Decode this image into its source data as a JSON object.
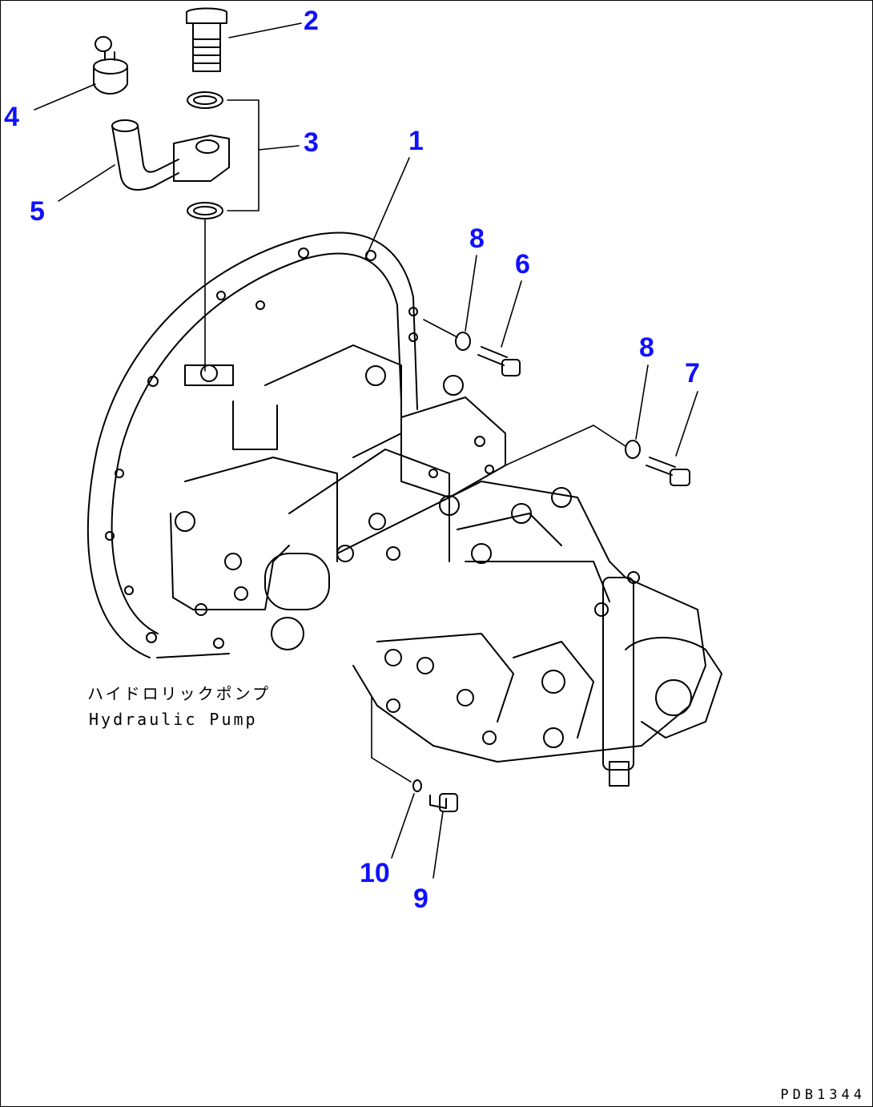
{
  "diagram_code": "PDB1344",
  "caption": {
    "japanese": "ハイドロリックポンプ",
    "english": "Hydraulic Pump"
  },
  "callouts": [
    "1",
    "2",
    "3",
    "4",
    "5",
    "6",
    "7",
    "8",
    "8",
    "9",
    "10"
  ],
  "colors": {
    "callout": "#1010ff",
    "line": "#000000",
    "background": "#ffffff"
  }
}
